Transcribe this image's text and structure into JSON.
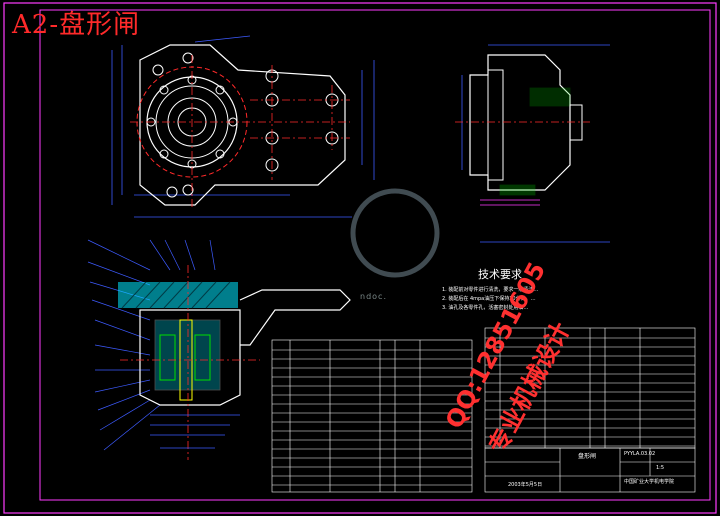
{
  "drawing_title": "A2-盘形闸",
  "technical_requirements": {
    "heading": "技术要求",
    "lines": [
      "1. 装配前对零件进行清洗，要求一级清洁…",
      "2. 装配后在 4mpa油压下保持30分钟，…",
      "3. 油孔及各零件孔，活塞密封处用油…"
    ]
  },
  "watermark": {
    "site": "ndoc.",
    "qq": "QQ:12851605",
    "design": "专业机械设计"
  },
  "title_block": {
    "part_name": "盘形闸",
    "drawing_no": "PYYLA.03.02",
    "scale": "1:5",
    "institute": "中国矿业大学机电学院",
    "date": "2003年5月5日"
  },
  "colors": {
    "background": "#000000",
    "outline": "#ffffff",
    "red": "#ff2a2a",
    "green": "#00e000",
    "cyan": "#00e5ff",
    "blue": "#3d5bff",
    "magenta": "#ff3cff",
    "yellow": "#ffff00"
  }
}
